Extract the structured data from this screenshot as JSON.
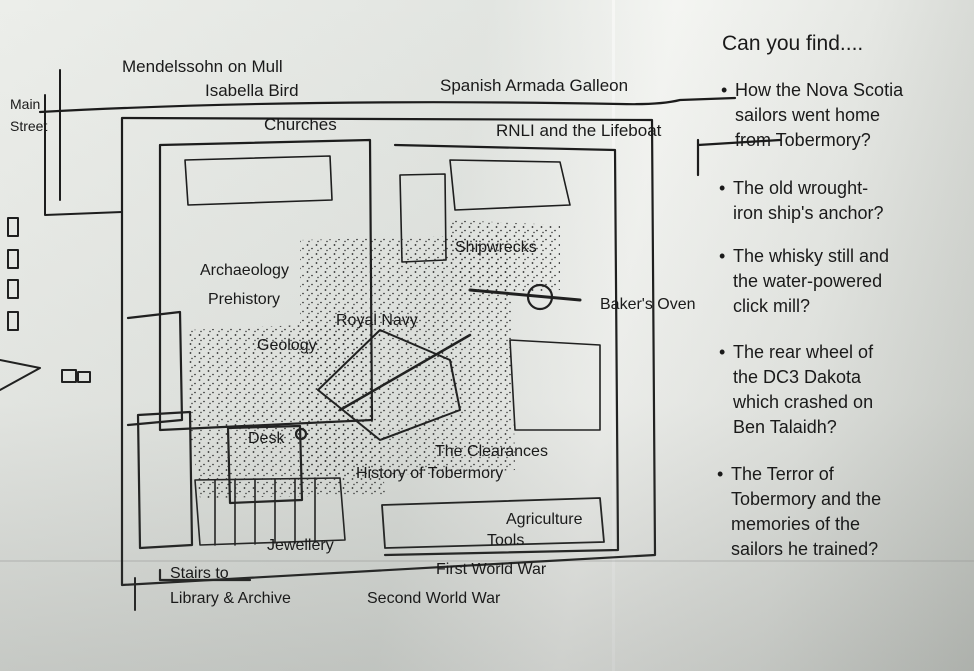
{
  "map": {
    "labels": {
      "mendelssohn": "Mendelssohn on Mull",
      "isabella": "Isabella Bird",
      "spanish": "Spanish Armada Galleon",
      "churches": "Churches",
      "rnli": "RNLI and the Lifeboat",
      "main_street": "Main\nStreet",
      "archaeology": "Archaeology",
      "prehistory": "Prehistory",
      "shipwrecks": "Shipwrecks",
      "royal_navy": "Royal Navy",
      "bakers_oven": "Baker's Oven",
      "geology": "Geology",
      "desk": "Desk",
      "clearances": "The Clearances",
      "history": "History of Tobermory",
      "agriculture": "Agriculture",
      "tools": "Tools",
      "jewellery": "Jewellery",
      "stairs": "Stairs to",
      "library": "Library & Archive",
      "ww1": "First World War",
      "ww2": "Second World War"
    }
  },
  "questions": {
    "title": "Can you find....",
    "items": [
      "How the Nova Scotia\nsailors went home\nfrom Tobermory?",
      "The old wrought-\niron ship's anchor?",
      "The whisky still and\nthe water-powered\nclick mill?",
      "The rear wheel of\nthe DC3 Dakota\nwhich crashed on\nBen Talaidh?",
      "The Terror of\nTobermory and the\nmemories of the\nsailors he trained?"
    ]
  },
  "colors": {
    "ink": "#1a1a1a",
    "paper": "#eceeea"
  }
}
